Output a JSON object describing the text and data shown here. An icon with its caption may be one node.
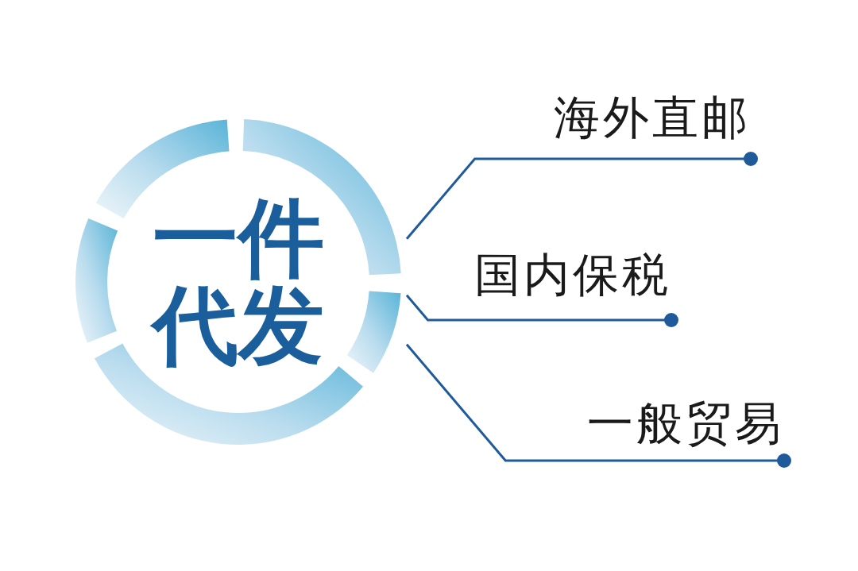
{
  "diagram": {
    "nodes": [
      {
        "text": [
          "一件代发"
        ]
      },
      {
        "text": [
          "海外直邮"
        ]
      },
      {
        "text": [
          "国内保税"
        ]
      },
      {
        "text": [
          "一般贸易"
        ]
      }
    ],
    "edges": [
      {
        "from": 0,
        "to": 1,
        "arrow": "other"
      },
      {
        "from": 0,
        "to": 2,
        "arrow": "other"
      },
      {
        "from": 0,
        "to": 3,
        "arrow": "other"
      }
    ]
  }
}
